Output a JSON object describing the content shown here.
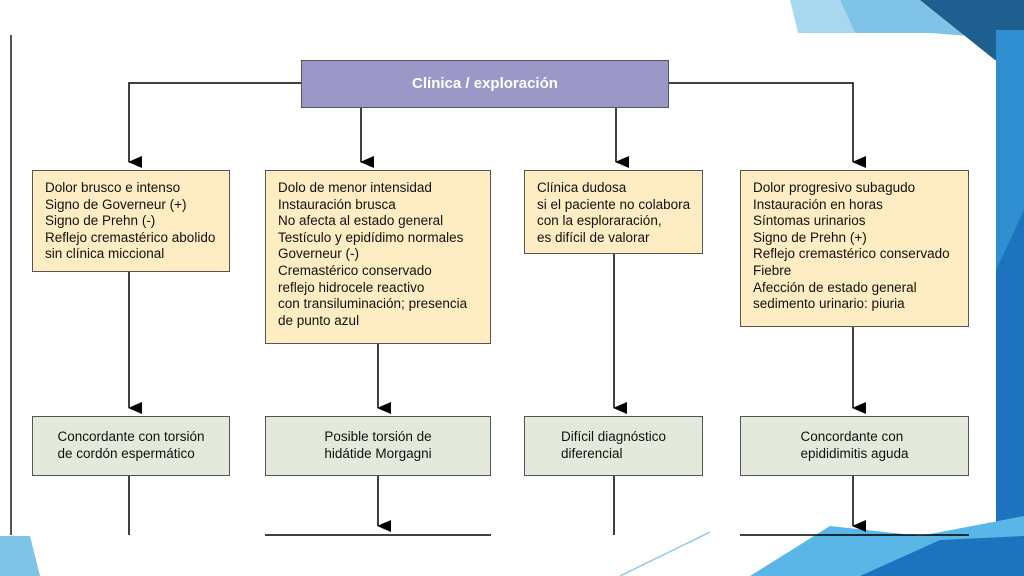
{
  "diagram": {
    "title": "Clínica / exploración",
    "columns": [
      {
        "findings": [
          "Dolor brusco e intenso",
          "Signo de Governeur (+)",
          "Signo de Prehn (-)",
          "Reflejo cremastérico abolido",
          "sin clínica miccional"
        ],
        "conclusion": [
          "Concordante con torsión",
          "de cordón espermático"
        ]
      },
      {
        "findings": [
          "Dolo de menor intensidad",
          "Instauración brusca",
          "No afecta al estado general",
          "Testículo y epidídimo normales",
          "Governeur (-)",
          "Cremastérico conservado",
          "reflejo hidrocele reactivo",
          "con transiluminación; presencia",
          "de punto azul"
        ],
        "conclusion": [
          "Posible torsión de",
          "hidátide Morgagni"
        ]
      },
      {
        "findings": [
          "Clínica dudosa",
          "si el paciente no colabora",
          "con la esploraración,",
          "es difícil de valorar"
        ],
        "conclusion": [
          "Difícil diagnóstico",
          "diferencial"
        ]
      },
      {
        "findings": [
          "Dolor progresivo subagudo",
          "Instauración en horas",
          "Síntomas urinarios",
          "Signo de Prehn (+)",
          "Reflejo cremastérico conservado",
          "Fiebre",
          "Afección de estado general",
          "sedimento urinario: piuria"
        ],
        "conclusion": [
          "Concordante con",
          "epididimitis aguda"
        ]
      }
    ]
  },
  "colors": {
    "title_fill": "#9b98c8",
    "finding_fill": "#feecc2",
    "conclusion_fill": "#e4eadb",
    "accent_blue": "#1e73be"
  }
}
